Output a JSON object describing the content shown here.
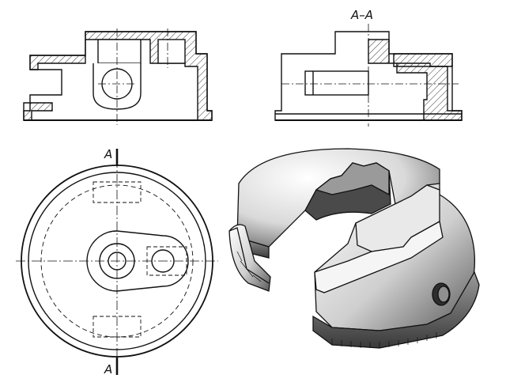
{
  "drawing": {
    "section_label": "A–A",
    "cut_mark_top": "A",
    "cut_mark_bottom": "A"
  },
  "colors": {
    "line": "#111111",
    "hatch": "#333333",
    "background": "#ffffff"
  }
}
